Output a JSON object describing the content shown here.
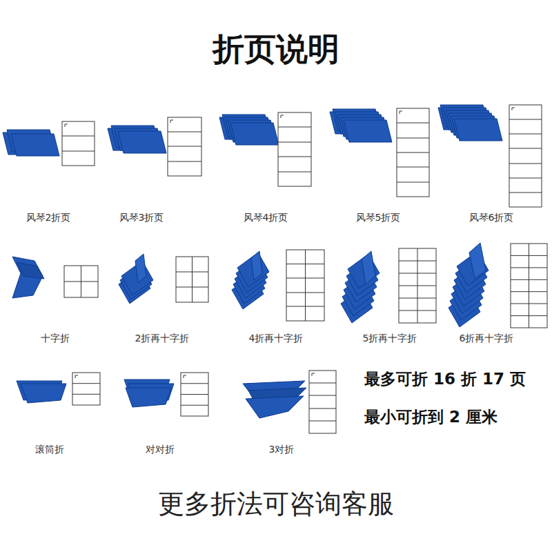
{
  "diagram": {
    "title": "折页说明",
    "caption": "更多折法可咨询客服",
    "labels": [
      "风琴2折页",
      "风琴3折页",
      "风琴4折页",
      "风琴5折页",
      "风琴6折页",
      "十字折",
      "2折再十字折",
      "4折再十字折",
      "5折再十字折",
      "6折再十字折",
      "滚筒折",
      "对对折",
      "3对折",
      "最多可折 16 折 17 页",
      "最小可折到 2 厘米"
    ]
  }
}
